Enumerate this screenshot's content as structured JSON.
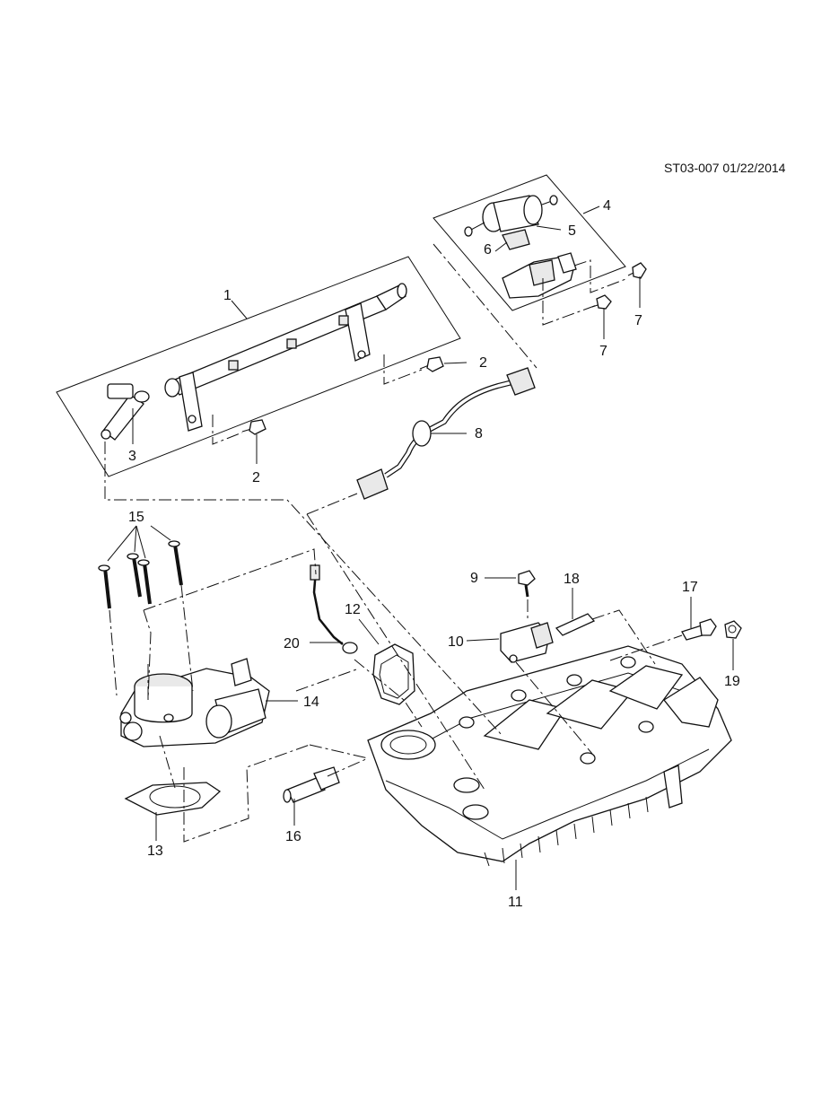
{
  "document_id": "ST03-007 01/22/2014",
  "callouts": {
    "c1": "1",
    "c2a": "2",
    "c2b": "2",
    "c3": "3",
    "c4": "4",
    "c5": "5",
    "c6": "6",
    "c7a": "7",
    "c7b": "7",
    "c8": "8",
    "c9": "9",
    "c10": "10",
    "c11": "11",
    "c12": "12",
    "c13": "13",
    "c14": "14",
    "c15": "15",
    "c16": "16",
    "c17": "17",
    "c18": "18",
    "c19": "19",
    "c20": "20"
  }
}
